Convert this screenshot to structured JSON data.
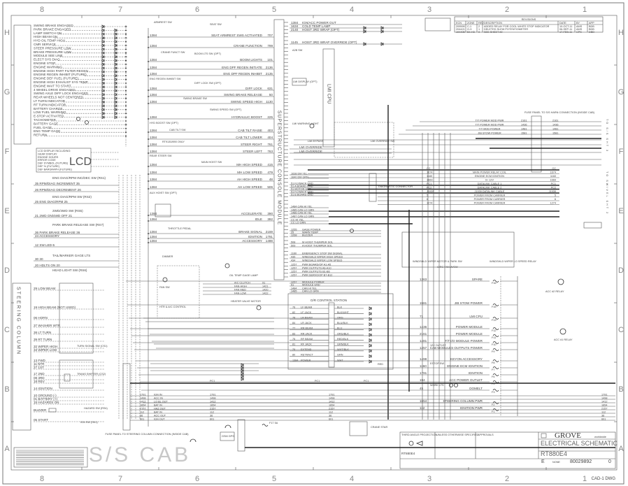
{
  "sheet": {
    "zones_top": [
      "8",
      "7",
      "6",
      "5",
      "4",
      "3",
      "2",
      "1"
    ],
    "zones_side": [
      "H",
      "G",
      "F",
      "E",
      "D",
      "C",
      "B",
      "A"
    ],
    "big_label": "S/S CAB",
    "cad": "CAD-1 DWG"
  },
  "revisions": {
    "title": "REVISIONS",
    "headers": [
      "ECN",
      "ZONE",
      "REV",
      "DESCRIPTION",
      "DATE",
      "BY",
      "APP"
    ],
    "rows": [
      [
        "209599",
        "C-1",
        "2",
        "ADDED RELAY FOR COOL WHITE STOP INDICATOR",
        "10-OCT-11",
        "AMS",
        "BDB"
      ],
      [
        "204421",
        "G-3",
        "1",
        "DELETED SLEW POTENTIOMETER",
        "06-SEP-11",
        "AMS",
        "BDB"
      ],
      [
        "194405",
        "B4-H3",
        "0",
        "SEE SHEET #2",
        "17-FEB-11",
        "CPS",
        "DBD"
      ]
    ]
  },
  "title_block": {
    "brand": "GROVE",
    "brand_suffix": "worldwide",
    "title": "ELECTRICAL SCHEMATIC",
    "model": "RT880E4",
    "projection": "THIRD ANGLE PROJECTION",
    "model_ref": "RT880E4",
    "size": "E",
    "scale": "NONE",
    "dwg_no": "80029892",
    "rev": "0",
    "tolerance_note": "UNLESS OTHERWISE SPECIFIED",
    "approvals": "APPROVALS"
  },
  "lamps": [
    "SWING BRAKE ENGAGED",
    "PARK BRAKE ENGAGED",
    "LAMP SWITCH ON",
    "HIGH BEAM ON",
    "HYD OIL TEMP HIGH",
    "CMR SERVICE",
    "STEER PRESSURE LOW",
    "BRAKE PRESSURE LOW",
    "MODULE SEE LINE",
    "ELECT SYS DIAG",
    "ENGINE STOP",
    "ENGINE WARNING",
    "ENGINE HIGH PART FILTER REGEN",
    "ENGINE REGEN INHIBIT (FUTURE)",
    "ENGINE DEF FUEL (FUTURE)",
    "ENGINE HIGH EXHAUST SYS TEMP",
    "ENGINE WAIT TO START",
    "4 WHEEL DRIVE ENGAGED",
    "SWING AXLE DIFF LOCK ENGAGED",
    "REAR WHEELS NOT CENTERED",
    "LT TURN INDICATOR",
    "RT TURN INDICATOR",
    "BATTERY CHARGE",
    "LOW FUEL WARNING",
    "E-STOP ACTIVATED",
    "TACHOMETER",
    "BATTERY GAGE",
    "FUEL GAGE",
    "ENG TEMP GAGE",
    "RETURN"
  ],
  "lcd": {
    "big": "LCD",
    "lines": [
      "LCD DISPLAY INCLUDING:",
      "GEAR DISPLAY",
      "ENGINE HOURS",
      "ERROR CODE",
      "DEF SYMBOL (FUTURE)",
      "DEF % (FUTURE)",
      "DEF BARGRAPH (FUTURE)"
    ]
  },
  "left_panel": [
    "ENG DIAG/RPM INC/DEC SW (RS1)",
    "35 RPM/DIAG INCREMENT 35",
    "26 RPM/DIAG DECREMENT 26",
    "ENG DIAG/RPM SW (RS2)",
    "25 ENG DIAG/RPM 25",
    "2WD/4WD SW (RS5)",
    "21 2WD ON/4WD OFF 21",
    "PARK BRAKE RELEASE SW (RS7)",
    "36 PARK BRAKE RELEASE 36",
    "24 ACCESSORY",
    "12 SW LED-5",
    "TAIL/MARKER GAGE LTS",
    "30 30",
    "20 HDLTS ON 20",
    "HEAD LIGHT SW (RS6)"
  ],
  "steering": {
    "title": "STEERING COLUMN",
    "items": [
      "29 LOW BEAM",
      "19 HIGH BEAM (NOT USED)",
      "06 HORN",
      "37 WASHER WTR",
      "38 LT TURN",
      "39 RT TURN",
      "32 WIPER HIGH",
      "33 WIPER LOW",
      "13 FWD",
      "11 NTR",
      "27 1ST",
      "17 2ND",
      "08 3RD",
      "18 REV",
      "14 IGNITION",
      "10 GROUND (-)",
      "01 BATTERY (+)",
      "15 HAZARDS ON",
      "BUZZER",
      "05 START"
    ],
    "switches": [
      "TURN SIGNAL SW (CS1)",
      "TRANS SHIFTER (CS2)",
      "HAZARD SW (RS4)",
      "IGN SW (SK1)"
    ]
  },
  "switch_rows": [
    {
      "label": "SEAT ARMREST SWS ACTIVATED",
      "wire": "707"
    },
    {
      "label": "CRANE FUNCTION",
      "wire": "799"
    },
    {
      "label": "BOOM LIGHTS",
      "wire": "101"
    },
    {
      "label": "ENG DPF REGEN INITIATE",
      "wire": "2136"
    },
    {
      "label": "ENG DPF REGEN INHIBIT",
      "wire": "2135"
    },
    {
      "label": "DIFF LOCK",
      "wire": "631"
    },
    {
      "label": "SWING BRAKE RELEASE",
      "wire": "50"
    },
    {
      "label": "SWING SPEED HIGH",
      "wire": "1130"
    },
    {
      "label": "HYDRAULIC BOOST",
      "wire": "225"
    },
    {
      "label": "CAB TILT RAISE",
      "wire": "403"
    },
    {
      "label": "CAB TILT LOWER",
      "wire": "404"
    },
    {
      "label": "STEER RIGHT",
      "wire": "761"
    },
    {
      "label": "STEER LEFT",
      "wire": "763"
    },
    {
      "label": "MH HIGH SPEED",
      "wire": "415"
    },
    {
      "label": "MH LOW SPEED",
      "wire": "479"
    },
    {
      "label": "AH HIGH SPEED",
      "wire": "48"
    },
    {
      "label": "AH LOW SPEED",
      "wire": "506"
    },
    {
      "label": "ACCELERATE",
      "wire": "390"
    },
    {
      "label": "IDLE",
      "wire": "392"
    },
    {
      "label": "BRAKE SIGNAL",
      "wire": "2159"
    },
    {
      "label": "IGNITION",
      "wire": "1791"
    },
    {
      "label": "ACCESSORY",
      "wire": "1498"
    }
  ],
  "switch_names": [
    "ARMREST SW",
    "CRANE FUNCT SW",
    "BOOM LTS SW (OPT)",
    "ENG REGEN INHIBIT SW",
    "DIFF LOCK SW (OPT)",
    "SWING BRAKE SW",
    "SWING SPEED SW (OPT)",
    "HYD BOOST SW (OPT)",
    "CAB TILT SW",
    "RT9130/890 ONLY",
    "REAR STEER SW",
    "MAIN HOIST SW",
    "AUX HOIST SW (OPT)",
    "THROTTLE PEDAL",
    "DIMMER",
    "SEAT SW"
  ],
  "console": {
    "title": "SUPERSTRUCTURE CONSOLE MODULE",
    "wire_common": "1384"
  },
  "top_center": [
    {
      "wire": "1384",
      "label": "IGN/ACC POWER OUT"
    },
    {
      "wire": "1634",
      "label": "COLD TEMP LAMP"
    },
    {
      "wire": "2140",
      "label": "HOIST 3RD WRAP (OPT)"
    },
    {
      "wire": "1145",
      "label": "HOIST 3RD WRAP OVERRIDE (OPT)"
    }
  ],
  "lmi": {
    "cpu": "LMI CPU",
    "atb": "A2B SW",
    "display": "LMI DISPLAY (OPT)",
    "warning": "LMI WARNING LIGHT",
    "override_sw": "LMI OVERRIDE SW",
    "bypass": "LMI BYPASS",
    "override1": "LMI OVERRIDE",
    "override2": "LMI OVERRIDE"
  },
  "diag": {
    "title": "DIAGNOSTIC CONNECTOR",
    "rows": [
      "1638 DM YEL",
      "1640 DM GRN",
      "51 FLYBACK GND",
      "51 A BOARD GND",
      "51 MOTOR GND",
      "51 FLYBACK GND",
      "51 B BOARD GND",
      "1484 CAN HI YEL",
      "1485 CAN LO GRN",
      "1486 CAN HI YEL",
      "1487 CAN LO GRN",
      "CC HI YEL",
      "CC LO GRN"
    ]
  },
  "center_rows": [
    {
      "wire": "1255",
      "label": "GAGE POWER"
    },
    {
      "wire": "25",
      "label": "WARN TEMP"
    },
    {
      "wire": "1268",
      "label": "BUZZER"
    },
    {
      "wire": "508",
      "label": "M HOIST THUMPER SOL"
    },
    {
      "wire": "509",
      "label": "A HOIST THUMPER SOL"
    },
    {
      "wire": "1160",
      "label": "EMERGENCY STOP SW SIGNAL"
    },
    {
      "wire": "435",
      "label": "WINDSHLD WIPER HIGH SPEED"
    },
    {
      "wire": "434",
      "label": "WINDSHLD WIPER LOW SPEED"
    },
    {
      "wire": "1257",
      "label": "PWR BOARD/OP A1-A5"
    },
    {
      "wire": "1257",
      "label": "PWR OUTPUTS A6-A10"
    },
    {
      "wire": "1257",
      "label": "PWR OUTPUTS B1-B6"
    },
    {
      "wire": "1257",
      "label": "PWR SERVO/OP B7-B12"
    },
    {
      "wire": "1257",
      "label": "MODULE POWER"
    },
    {
      "wire": "51",
      "label": "MODULE GND"
    },
    {
      "wire": "1484",
      "label": "CAN HI YEL"
    },
    {
      "wire": "1485",
      "label": "CAN LO GRN"
    }
  ],
  "or_station": {
    "title": "O/R CONTROL STATION",
    "rows": [
      {
        "wire": "76",
        "label": "LF BEAM",
        "color": "BLK"
      },
      {
        "wire": "82",
        "label": "LF JACK",
        "color": "BLK/WHT"
      },
      {
        "wire": "78",
        "label": "LR BEAM",
        "color": "ORG"
      },
      {
        "wire": "84",
        "label": "LR JACK",
        "color": "BLU/BLK"
      },
      {
        "wire": "77",
        "label": "RR BEAM",
        "color": "BLU"
      },
      {
        "wire": "83",
        "label": "RR JACK",
        "color": "ORG/BLK"
      },
      {
        "wire": "75",
        "label": "RF BEAM",
        "color": "RED/BLK"
      },
      {
        "wire": "81",
        "label": "RF JACK",
        "color": "GRN/BLK"
      },
      {
        "wire": "79",
        "label": "EXTEND",
        "color": "WHT/BLK"
      },
      {
        "wire": "80",
        "label": "RETRACT",
        "color": "GRN"
      },
      {
        "wire": "1384",
        "label": "POWER",
        "color": "WHT"
      }
    ],
    "last_color": "RED"
  },
  "hvac": {
    "rows": [
      {
        "label": "A/C CLUTCH",
        "wire": "91"
      },
      {
        "label": "FAN HIGH",
        "wire": "1421"
      },
      {
        "label": "FAN MED",
        "wire": "1420"
      },
      {
        "label": "FAN LOW",
        "wire": "1422"
      }
    ],
    "fan_sw": "FAN SW",
    "control": "HTR & A/C CONTROL",
    "valve": "HEATER VALVE MOTOR",
    "lamp": "OIL TEMP GAGE LAMP"
  },
  "fuse_rows": [
    {
      "wire": "1363",
      "label": "SPARE",
      "fuse": "F16"
    },
    {
      "wire": "1581",
      "label": "JIB STOW POWER",
      "fuse": "F15"
    },
    {
      "wire": "71",
      "label": "LMI CPU",
      "fuse": "F13"
    },
    {
      "wire": "1436",
      "label": "POWER MODULE",
      "fuse": "F12"
    },
    {
      "wire": "2161",
      "label": "POWER MODULE",
      "fuse": "F11"
    },
    {
      "wire": "1481",
      "label": "T/T I/O MODULE POWER",
      "fuse": "F10"
    },
    {
      "wire": "1257",
      "label": "CAB MODULES OUTPUTS POWER",
      "fuse": "F9"
    },
    {
      "wire": "1498",
      "label": "KEYON ACCESSORY",
      "fuse": "F8"
    },
    {
      "wire": "1160",
      "label": "ENGINE ECM IGNITION",
      "fuse": "F7"
    },
    {
      "wire": "1791",
      "label": "IGNITION",
      "fuse": "F6"
    },
    {
      "wire": "194",
      "label": "ACC POWER OUTLET",
      "fuse": "F5"
    },
    {
      "wire": "45",
      "label": "DOMELT",
      "fuse": "F3"
    },
    {
      "wire": "1654",
      "label": "STEERING COLUMN PWR",
      "fuse": "F2"
    },
    {
      "wire": "112",
      "label": "IGNITION PWR",
      "fuse": "F1"
    }
  ],
  "fuse_misc": [
    "ACC #2 RELAY",
    "ACC #1 RELAY",
    "12V OUTLET",
    "ESTOP SW",
    "WORK LTS",
    "CIRC FAN W/SW",
    "WINDSHLD WIPER MOTOR & PARK SW",
    "WINDSHLD WIPER LO SPEED RELAY"
  ],
  "harness_top": {
    "title": "FUSE PANEL TO S/S HARN CONNECTION (INSIDE CAB)",
    "rows": [
      {
        "wire": "2161",
        "label": "T/T POWER MOD PWR"
      },
      {
        "wire": "1436",
        "label": "T/T POWER MOD PWR"
      },
      {
        "wire": "1481",
        "label": "T/T MOD POWER"
      },
      {
        "wire": "1581",
        "label": "JIB STOW POWER"
      }
    ],
    "side": "TO S/S SHT 3"
  },
  "harness_mid": {
    "rows": [
      {
        "wire": "CC",
        "label": ""
      },
      {
        "wire": "1674",
        "label": "MAIN POWER RELAY COIL"
      },
      {
        "wire": "1160",
        "label": "ENGINE ECM IGNITION"
      },
      {
        "wire": "1669",
        "label": "9+ 12V"
      },
      {
        "wire": "PC1",
        "label": "DATALINK CABLE 1"
      },
      {
        "wire": "PC2",
        "label": "DATALINK CABLE 2"
      },
      {
        "wire": "J1939",
        "label": "J1939 DATALINK CABLE"
      },
      {
        "wire": "5",
        "label": "POWER FROM CARRIER"
      },
      {
        "wire": "6",
        "label": "POWER FROM CARRIER"
      },
      {
        "wire": "1274",
        "label": "POWER FROM CARRIER"
      }
    ],
    "side": "TO SWIVEL SHT 2"
  },
  "bottom": {
    "fuse_panel_note": "FUSE PANEL TO STEERING COLUMN CONNECTION (INSIDE CAB)",
    "rows": [
      {
        "wire": "1791",
        "label": "IGN IN"
      },
      {
        "wire": "1498",
        "label": "ACC IN"
      },
      {
        "wire": "1412",
        "label": "LO BL OUT"
      },
      {
        "wire": "1654",
        "label": "BAT IN"
      },
      {
        "wire": "2157",
        "label": "HAZ OUT"
      },
      {
        "wire": "112",
        "label": "BAT IN"
      },
      {
        "wire": "36",
        "label": "ACC OUT"
      },
      {
        "wire": "601",
        "label": "IGN OUT"
      }
    ],
    "gps": "GSM GPS",
    "fuse": "F17 5A",
    "crane_star": "CRANE STAR",
    "pc": [
      "PC1",
      "PC1",
      "PC1"
    ]
  }
}
